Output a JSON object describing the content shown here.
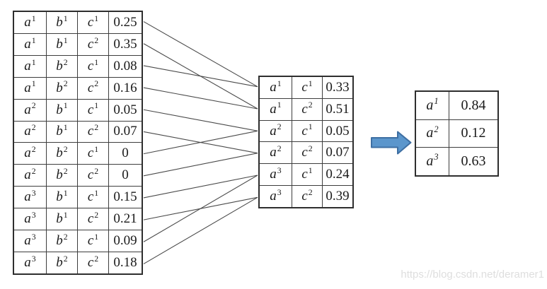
{
  "tables": {
    "joint": {
      "rows": [
        [
          "a^1",
          "b^1",
          "c^1",
          "0.25"
        ],
        [
          "a^1",
          "b^1",
          "c^2",
          "0.35"
        ],
        [
          "a^1",
          "b^2",
          "c^1",
          "0.08"
        ],
        [
          "a^1",
          "b^2",
          "c^2",
          "0.16"
        ],
        [
          "a^2",
          "b^1",
          "c^1",
          "0.05"
        ],
        [
          "a^2",
          "b^1",
          "c^2",
          "0.07"
        ],
        [
          "a^2",
          "b^2",
          "c^1",
          "0"
        ],
        [
          "a^2",
          "b^2",
          "c^2",
          "0"
        ],
        [
          "a^3",
          "b^1",
          "c^1",
          "0.15"
        ],
        [
          "a^3",
          "b^1",
          "c^2",
          "0.21"
        ],
        [
          "a^3",
          "b^2",
          "c^1",
          "0.09"
        ],
        [
          "a^3",
          "b^2",
          "c^2",
          "0.18"
        ]
      ]
    },
    "pair": {
      "rows": [
        [
          "a^1",
          "c^1",
          "0.33"
        ],
        [
          "a^1",
          "c^2",
          "0.51"
        ],
        [
          "a^2",
          "c^1",
          "0.05"
        ],
        [
          "a^2",
          "c^2",
          "0.07"
        ],
        [
          "a^3",
          "c^1",
          "0.24"
        ],
        [
          "a^3",
          "c^2",
          "0.39"
        ]
      ]
    },
    "single": {
      "rows": [
        [
          "a^1",
          "0.84"
        ],
        [
          "a^2",
          "0.12"
        ],
        [
          "a^3",
          "0.63"
        ]
      ]
    }
  },
  "connections": [
    [
      1,
      1
    ],
    [
      2,
      2
    ],
    [
      3,
      1
    ],
    [
      4,
      2
    ],
    [
      5,
      3
    ],
    [
      6,
      4
    ],
    [
      7,
      3
    ],
    [
      8,
      4
    ],
    [
      9,
      5
    ],
    [
      10,
      6
    ],
    [
      11,
      5
    ],
    [
      12,
      6
    ]
  ],
  "line_color": "#4a4a4a",
  "arrow": {
    "direction": "right",
    "fill": "#5B96CC",
    "stroke": "#3E6FA3"
  },
  "watermark": {
    "text": "https://blog.csdn.net/deramer1",
    "color": "#dedede"
  }
}
